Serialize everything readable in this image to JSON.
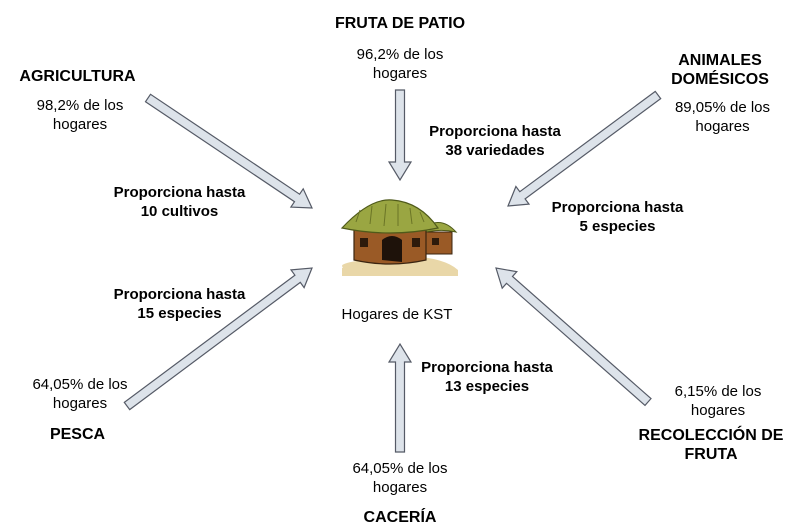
{
  "center": {
    "label": "Hogares de KST",
    "icon": "hut-icon"
  },
  "colors": {
    "arrow_fill": "#dde3ea",
    "arrow_stroke": "#555a66",
    "roof": "#9aa642",
    "wall": "#9a5a26",
    "ground": "#e9d7a8"
  },
  "nodes": {
    "fruta": {
      "title": "FRUTA DE PATIO",
      "pct": "96,2% de los\nhogares",
      "provides": "Proporciona hasta\n38 variedades"
    },
    "agricultura": {
      "title": "AGRICULTURA",
      "pct": "98,2% de los\nhogares",
      "provides": "Proporciona hasta\n10 cultivos"
    },
    "animales": {
      "title": "ANIMALES\nDOMÉSICOS",
      "pct": "89,05% de los\nhogares",
      "provides": "Proporciona hasta\n5 especies"
    },
    "pesca": {
      "title": "PESCA",
      "pct": "64,05% de los\nhogares",
      "provides": "Proporciona hasta\n15 especies"
    },
    "caceria": {
      "title": "CACERÍA",
      "pct": "64,05% de los\nhogares",
      "provides": "Proporciona hasta\n13 especies"
    },
    "recoleccion": {
      "title": "RECOLECCIÓN DE\nFRUTA",
      "pct": "6,15% de los\nhogares",
      "provides": ""
    }
  }
}
